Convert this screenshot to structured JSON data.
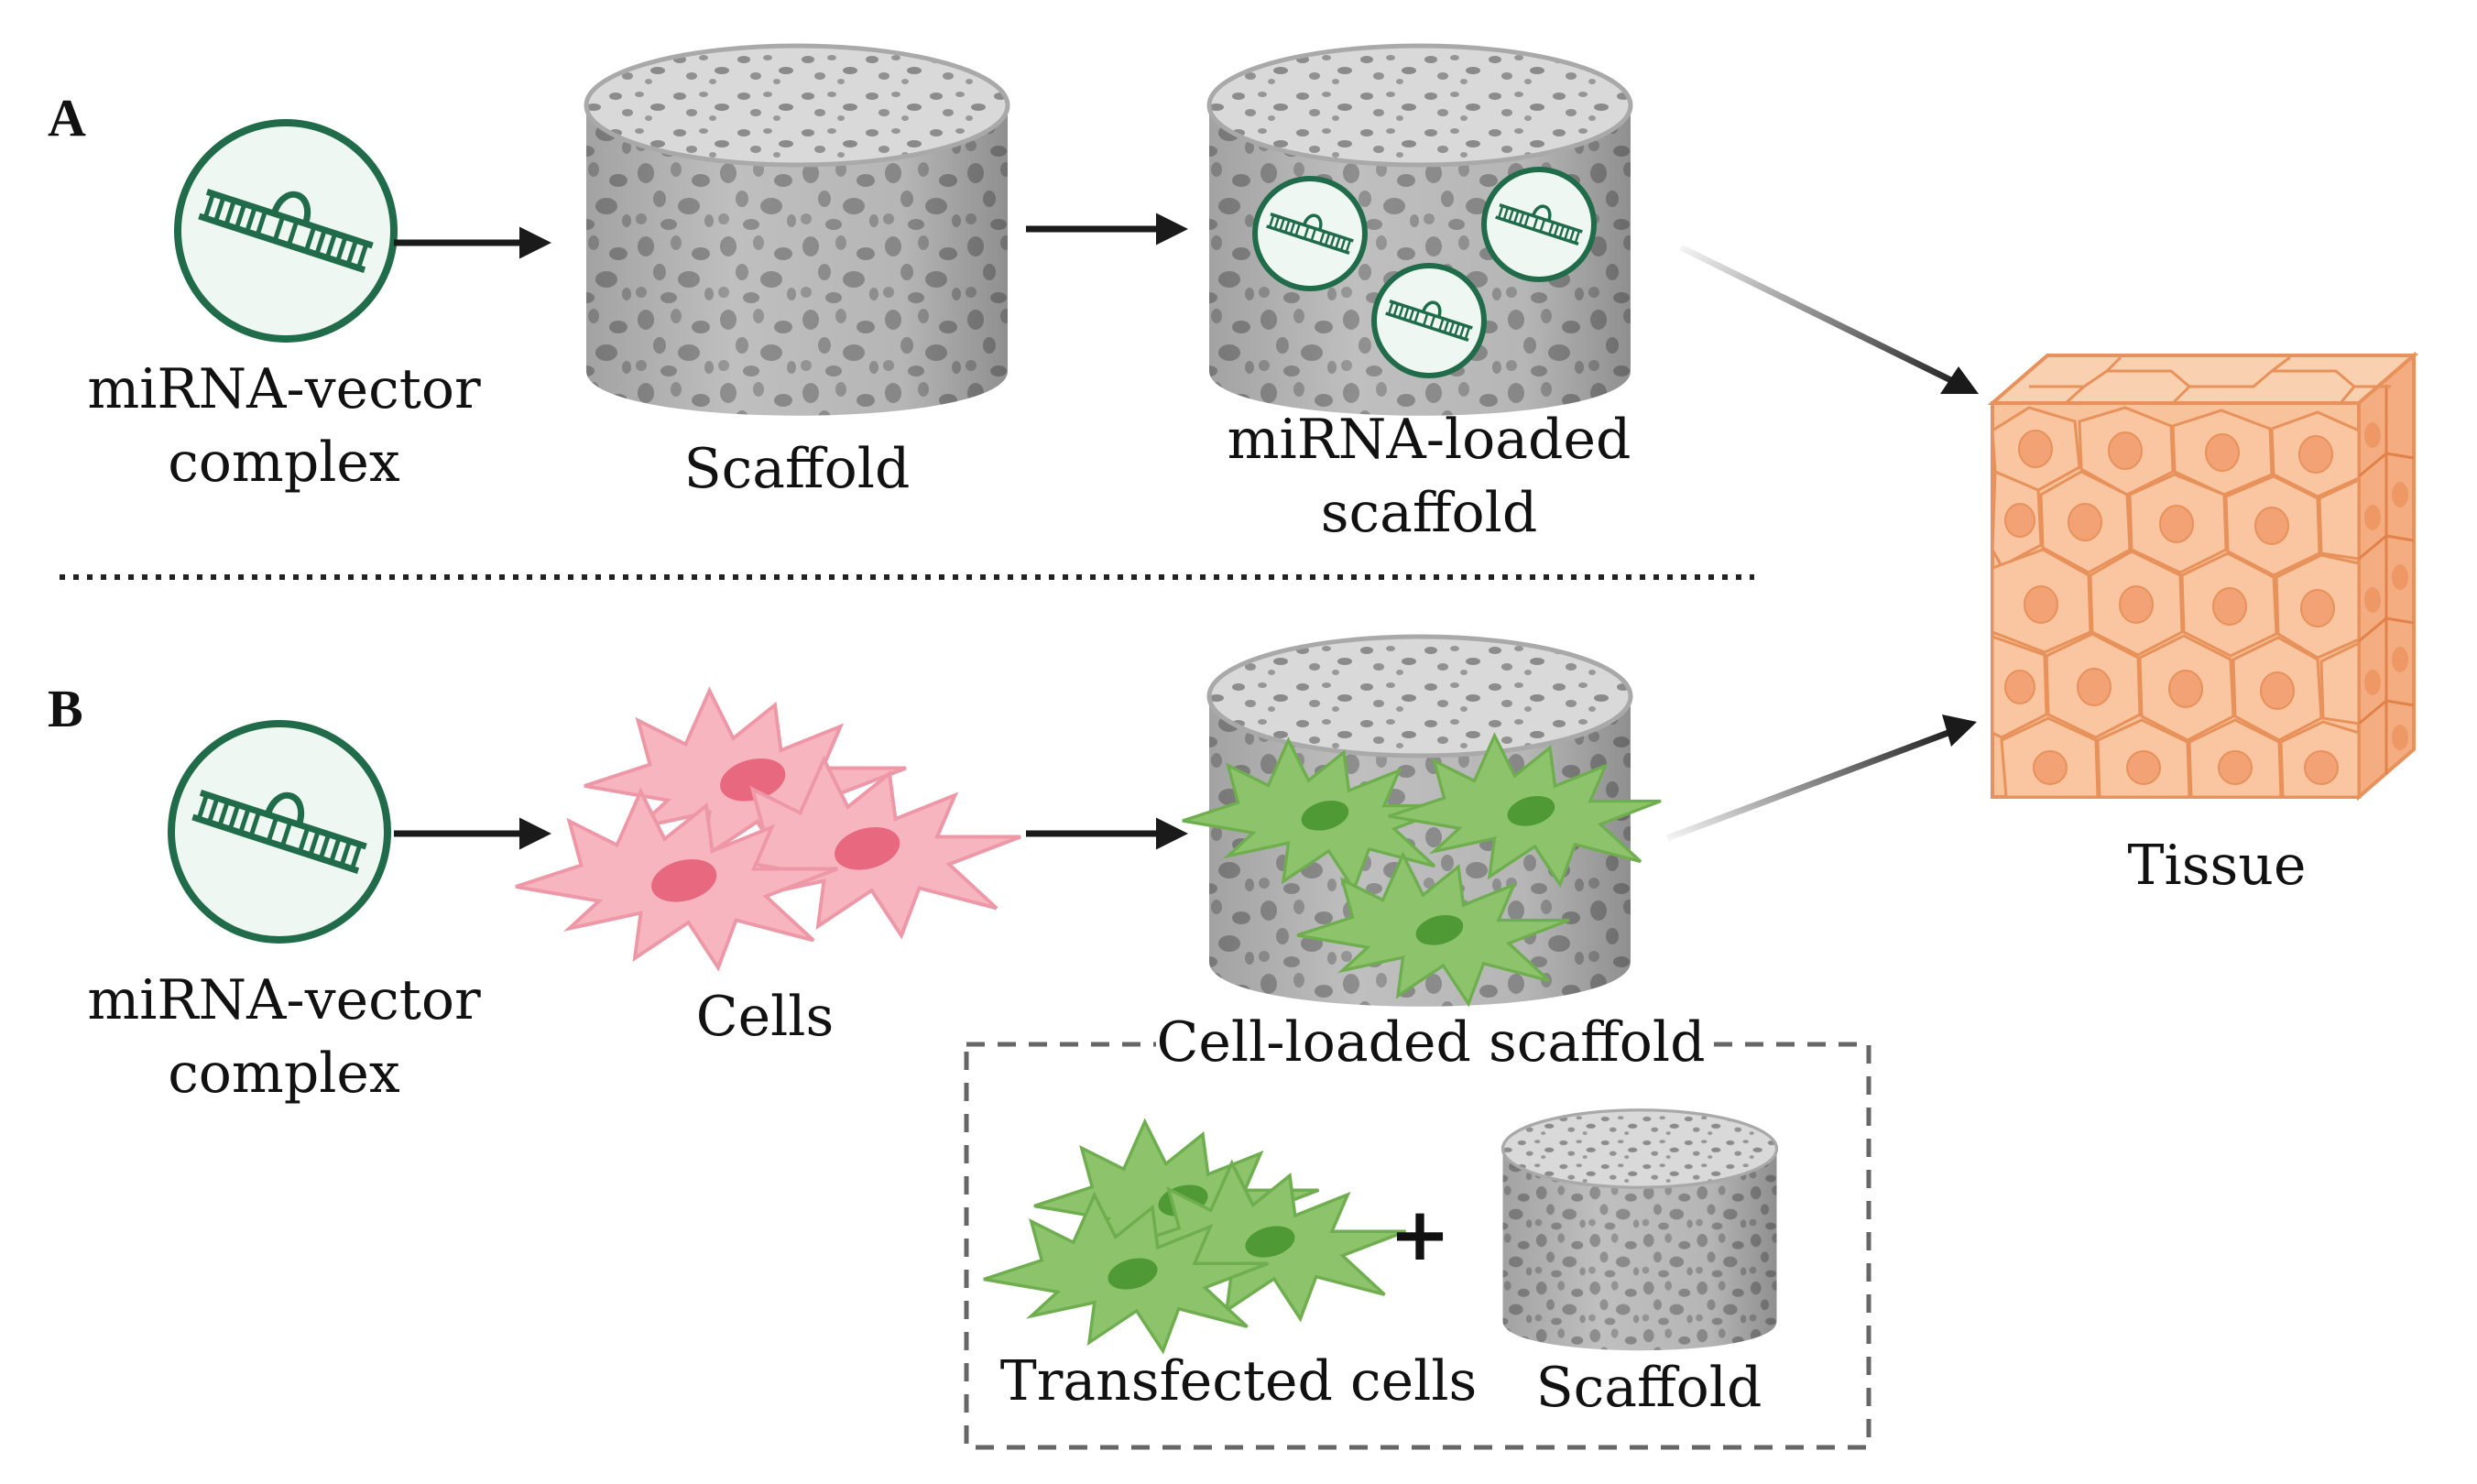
{
  "panels": {
    "a": "A",
    "b": "B"
  },
  "labels": {
    "a_vector_line1": "miRNA-vector",
    "a_vector_line2": "complex",
    "a_scaffold": "Scaffold",
    "a_loaded_line1": "miRNA-loaded",
    "a_loaded_line2": "scaffold",
    "tissue": "Tissue",
    "b_vector_line1": "miRNA-vector",
    "b_vector_line2": "complex",
    "b_cells": "Cells",
    "b_cell_loaded": "Cell-loaded scaffold",
    "inset_transfected": "Transfected cells",
    "inset_scaffold": "Scaffold",
    "inset_plus": "+"
  },
  "colors": {
    "scaffold_fill": "#bdbdbd",
    "scaffold_top": "#d6d6d6",
    "scaffold_pores": "#8f8f8f",
    "mirna_green": "#1f6b4a",
    "cell_pink": "#f4a7b3",
    "cell_pink_nucleus": "#e8697f",
    "cell_green": "#8cc36b",
    "cell_green_nucleus": "#4f9a35",
    "tissue_orange": "#f8c29a",
    "tissue_edge": "#e8915a",
    "arrow": "#1a1a1a"
  }
}
